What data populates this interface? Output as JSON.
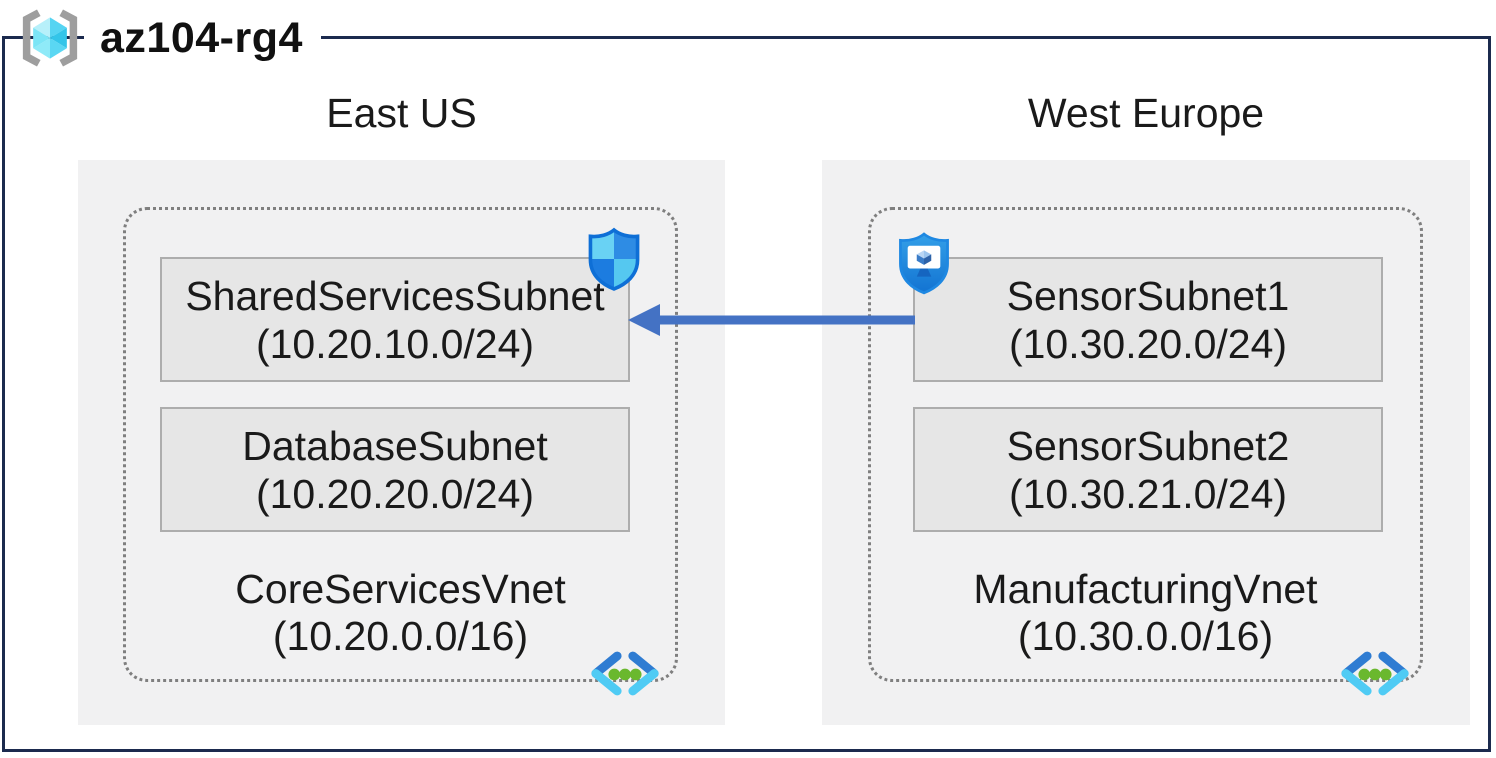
{
  "resource_group": {
    "title": "az104-rg4"
  },
  "regions": [
    {
      "name": "East US",
      "vnet_name": "CoreServicesVnet",
      "vnet_cidr": "(10.20.0.0/16)",
      "subnets": [
        {
          "name": "SharedServicesSubnet",
          "cidr": "(10.20.10.0/24)",
          "icon": "defender-shield-icon"
        },
        {
          "name": "DatabaseSubnet",
          "cidr": "(10.20.20.0/24)",
          "icon": null
        }
      ]
    },
    {
      "name": "West Europe",
      "vnet_name": "ManufacturingVnet",
      "vnet_cidr": "(10.30.0.0/16)",
      "subnets": [
        {
          "name": "SensorSubnet1",
          "cidr": "(10.30.20.0/24)",
          "icon": "monitor-shield-icon"
        },
        {
          "name": "SensorSubnet2",
          "cidr": "(10.30.21.0/24)",
          "icon": null
        }
      ]
    }
  ],
  "connection": {
    "from": "SensorSubnet1",
    "to": "SharedServicesSubnet",
    "direction": "right-to-left",
    "color": "#4472c4"
  },
  "icons": {
    "resource_group": "brackets-cube-icon",
    "east_subnet_badge": "defender-shield-icon",
    "west_subnet_badge": "monitor-shield-icon",
    "virtual_network": "chevrons-green-dots-icon"
  },
  "colors": {
    "outer_border": "#1b2a4e",
    "region_fill": "#f1f1f2",
    "subnet_fill": "#e6e6e6",
    "subnet_border": "#adadad",
    "dotted_border": "#7f7f7f",
    "arrow": "#4472c4",
    "cyan_accent": "#4fd0f2",
    "green_dot": "#6ab82e"
  }
}
